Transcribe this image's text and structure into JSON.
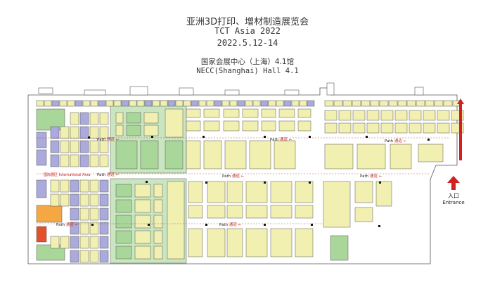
{
  "header": {
    "title_cn": "亚洲3D打印、增材制造展览会",
    "title_en": "TCT Asia 2022",
    "dates": "2022.5.12-14",
    "venue_cn": "国家会展中心（上海）4.1馆",
    "venue_en": "NECC(Shanghai) Hall 4.1"
  },
  "paths": [
    {
      "en": "Path",
      "cn": "通道"
    },
    {
      "en": "Path",
      "cn": "通道"
    },
    {
      "en": "Path",
      "cn": "通道"
    },
    {
      "en": "Path",
      "cn": "通道"
    },
    {
      "en": "Path",
      "cn": "通道"
    },
    {
      "en": "Path",
      "cn": "通道"
    },
    {
      "en": "Path",
      "cn": "通道"
    }
  ],
  "zone_label": "国际展区 International Area",
  "entrance": {
    "cn": "入口",
    "en": "Entrance"
  },
  "colors": {
    "booth_yellow": "#f2f0b0",
    "booth_purple": "#aaaadd",
    "zone_green": "#c9e6c0",
    "booth_green": "#a9d79a",
    "booth_orange": "#f5a742",
    "booth_red": "#e2502c",
    "outline": "#555555",
    "path_red": "#cc2222"
  }
}
